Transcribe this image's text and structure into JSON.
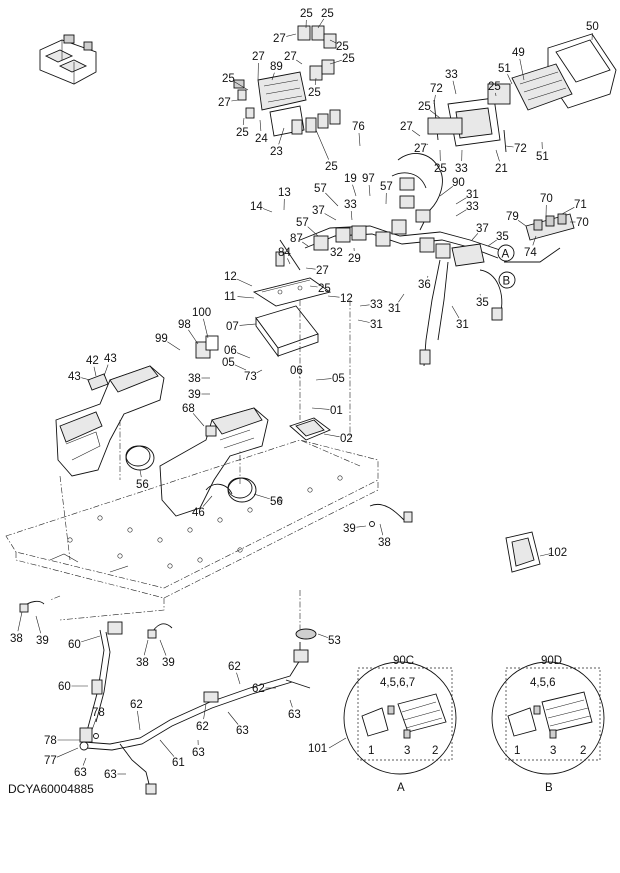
{
  "drawing_code": "DCYA60004885",
  "details": {
    "A": {
      "box_label": "90C",
      "pins": "4,5,6,7",
      "letter": "A",
      "parts": [
        "1",
        "2",
        "3"
      ]
    },
    "B": {
      "box_label": "90D",
      "pins": "4,5,6",
      "letter": "B",
      "parts": [
        "1",
        "2",
        "3"
      ]
    },
    "group_label": "101"
  },
  "callouts": {
    "c01": "01",
    "c02": "02",
    "c05a": "05",
    "c05b": "05",
    "c06a": "06",
    "c06b": "06",
    "c07": "07",
    "c11": "11",
    "c12a": "12",
    "c12b": "12",
    "c13": "13",
    "c14": "14",
    "c19": "19",
    "c21": "21",
    "c23": "23",
    "c24": "24",
    "c25a": "25",
    "c25b": "25",
    "c25c": "25",
    "c25d": "25",
    "c25e": "25",
    "c25f": "25",
    "c25g": "25",
    "c25h": "25",
    "c25i": "25",
    "c25j": "25",
    "c25k": "25",
    "c25l": "25",
    "c27a": "27",
    "c27b": "27",
    "c27c": "27",
    "c27d": "27",
    "c27e": "27",
    "c27f": "27",
    "c27g": "27",
    "c29": "29",
    "c31a": "31",
    "c31b": "31",
    "c31c": "31",
    "c31d": "31",
    "c32": "32",
    "c33a": "33",
    "c33b": "33",
    "c33c": "33",
    "c33d": "33",
    "c33e": "33",
    "c35a": "35",
    "c35b": "35",
    "c36": "36",
    "c37a": "37",
    "c37b": "37",
    "c38a": "38",
    "c38b": "38",
    "c38c": "38",
    "c38d": "38",
    "c39a": "39",
    "c39b": "39",
    "c39c": "39",
    "c39d": "39",
    "c42": "42",
    "c43a": "43",
    "c43b": "43",
    "c46": "46",
    "c49": "49",
    "c50": "50",
    "c51a": "51",
    "c51b": "51",
    "c53": "53",
    "c56a": "56",
    "c56b": "56",
    "c57a": "57",
    "c57b": "57",
    "c57c": "57",
    "c60a": "60",
    "c60b": "60",
    "c61": "61",
    "c62a": "62",
    "c62b": "62",
    "c62c": "62",
    "c62d": "62",
    "c63a": "63",
    "c63b": "63",
    "c63c": "63",
    "c63d": "63",
    "c63e": "63",
    "c68": "68",
    "c70a": "70",
    "c70b": "70",
    "c71": "71",
    "c72a": "72",
    "c72b": "72",
    "c73": "73",
    "c74": "74",
    "c76": "76",
    "c77": "77",
    "c78a": "78",
    "c78b": "78",
    "c79": "79",
    "c84": "84",
    "c87": "87",
    "c89": "89",
    "c90": "90",
    "c97": "97",
    "c98": "98",
    "c99": "99",
    "c100": "100",
    "c102": "102"
  },
  "connectors": {
    "A": "A",
    "B": "B"
  }
}
